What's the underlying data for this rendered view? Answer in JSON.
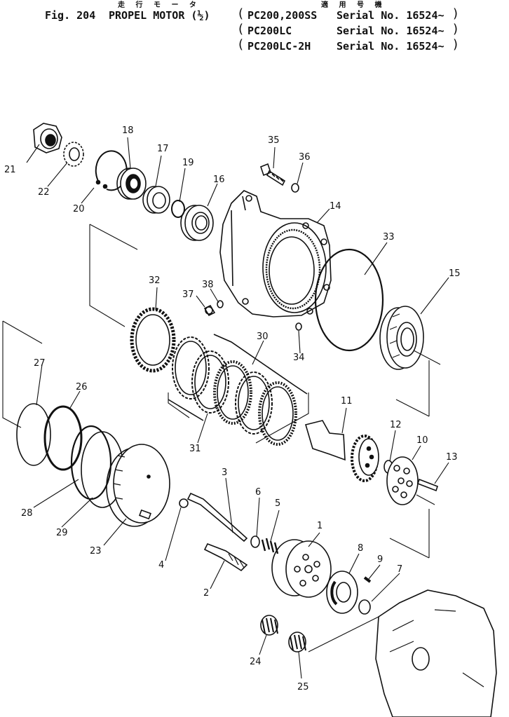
{
  "header": {
    "jp_title": "走 行 モ ー タ",
    "jp_applicable": "適 用 号 機",
    "fig_label": "Fig. 204",
    "fig_title": "PROPEL MOTOR (½)",
    "rows": [
      {
        "model": "PC200,200SS",
        "serial": "Serial No. 16524~"
      },
      {
        "model": "PC200LC",
        "serial": "Serial No. 16524~"
      },
      {
        "model": "PC200LC-2H",
        "serial": "Serial No. 16524~"
      }
    ]
  },
  "parts": [
    "1",
    "2",
    "3",
    "4",
    "5",
    "6",
    "7",
    "8",
    "9",
    "10",
    "11",
    "12",
    "13",
    "14",
    "15",
    "16",
    "17",
    "18",
    "19",
    "20",
    "21",
    "22",
    "23",
    "24",
    "25",
    "26",
    "27",
    "28",
    "29",
    "30",
    "31",
    "32",
    "33",
    "34",
    "35",
    "36",
    "37",
    "38"
  ]
}
